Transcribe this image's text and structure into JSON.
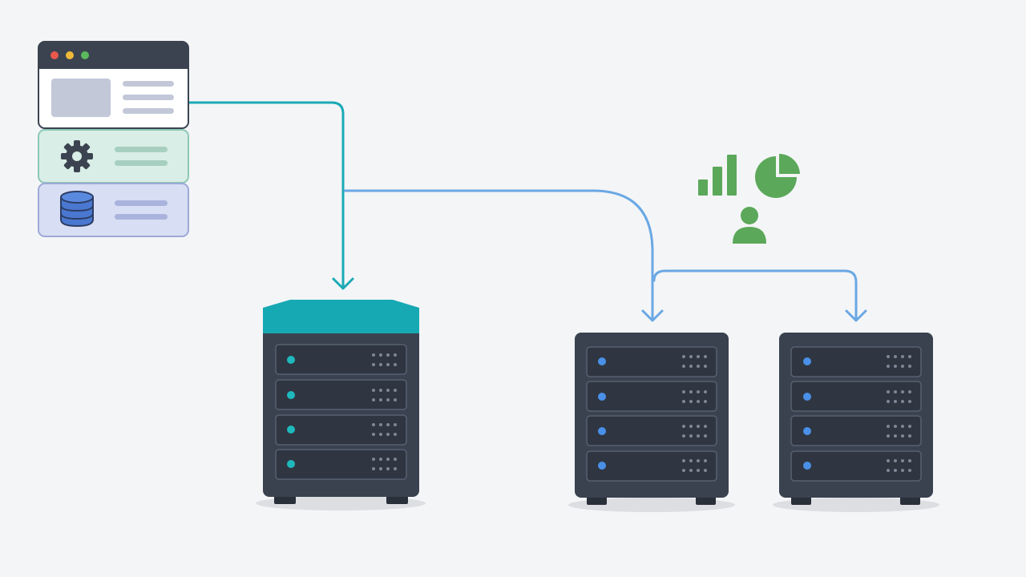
{
  "colors": {
    "background": "#f4f5f7",
    "teal_connector": "#1aaab5",
    "blue_connector": "#6aa8e4",
    "server_body": "#3a4250",
    "server_bay": "#2f3641",
    "server_cap_teal": "#17a9b3",
    "led_teal": "#1fb8bc",
    "led_blue": "#4a90e8",
    "analytics_green": "#5ba85a",
    "app_header": "#3b4350",
    "app_panel_white": "#ffffff",
    "app_panel_green": "#d9eee6",
    "app_panel_blue": "#d8def3",
    "traffic_red": "#e8584d",
    "traffic_yellow": "#f0b93a",
    "traffic_green": "#5cb85c"
  },
  "diagram": {
    "app_stack": {
      "sections": [
        {
          "kind": "browser-window",
          "icon": "window-icon"
        },
        {
          "kind": "settings",
          "icon": "gear-icon"
        },
        {
          "kind": "database",
          "icon": "database-icon"
        }
      ]
    },
    "servers": [
      {
        "id": "primary",
        "style": "teal-cap",
        "bays": 4,
        "led": "teal"
      },
      {
        "id": "secondary-a",
        "style": "plain",
        "bays": 4,
        "led": "blue"
      },
      {
        "id": "secondary-b",
        "style": "plain",
        "bays": 4,
        "led": "blue"
      }
    ],
    "analytics_icons": [
      "bar-chart-icon",
      "pie-chart-icon",
      "user-icon"
    ]
  }
}
